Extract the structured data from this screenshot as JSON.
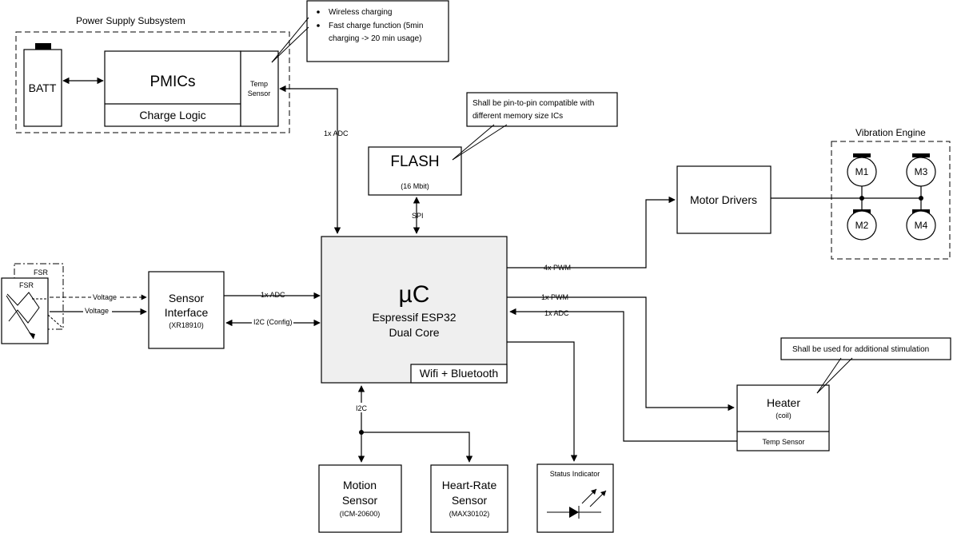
{
  "power_supply": {
    "title": "Power Supply Subsystem",
    "batt": "BATT",
    "pmics": "PMICs",
    "charge_logic": "Charge Logic",
    "temp_sensor_line1": "Temp",
    "temp_sensor_line2": "Sensor",
    "note": {
      "bullet1": "Wireless charging",
      "bullet2_line1": "Fast charge function (5min",
      "bullet2_line2": "charging -> 20 min usage)"
    }
  },
  "flash": {
    "title": "FLASH",
    "size": "(16 Mbit)",
    "note_line1": "Shall be pin-to-pin compatible with",
    "note_line2": "different memory size ICs"
  },
  "mcu": {
    "symbol": "µC",
    "name": "Espressif ESP32",
    "core": "Dual Core",
    "radio": "Wifi + Bluetooth"
  },
  "sensor_interface": {
    "line1": "Sensor",
    "line2": "Interface",
    "part": "(XR18910)"
  },
  "fsr": {
    "outer": "FSR",
    "inner": "FSR",
    "voltage1": "Voltage",
    "voltage2": "Voltage"
  },
  "motor_drivers": "Motor Drivers",
  "vibration_engine": {
    "title": "Vibration Engine",
    "motors": [
      "M1",
      "M3",
      "M2",
      "M4"
    ]
  },
  "heater": {
    "title": "Heater",
    "sub": "(coil)",
    "temp_sensor": "Temp Sensor",
    "note": "Shall be used for additional stimulation"
  },
  "motion_sensor": {
    "line1": "Motion",
    "line2": "Sensor",
    "part": "(ICM-20600)"
  },
  "heart_rate": {
    "line1": "Heart-Rate",
    "line2": "Sensor",
    "part": "(MAX30102)"
  },
  "status_indicator": "Status Indicator",
  "signals": {
    "adc_temp": "1x ADC",
    "spi": "SPI",
    "pwm4": "4x PWM",
    "pwm1": "1x PWM",
    "adc_heater": "1x ADC",
    "adc_sensor": "1x ADC",
    "i2c_config": "I2C (Config)",
    "i2c_bus": "I2C"
  },
  "colors": {
    "line": "#000000",
    "mcu_fill": "#efefef",
    "background": "#ffffff"
  }
}
